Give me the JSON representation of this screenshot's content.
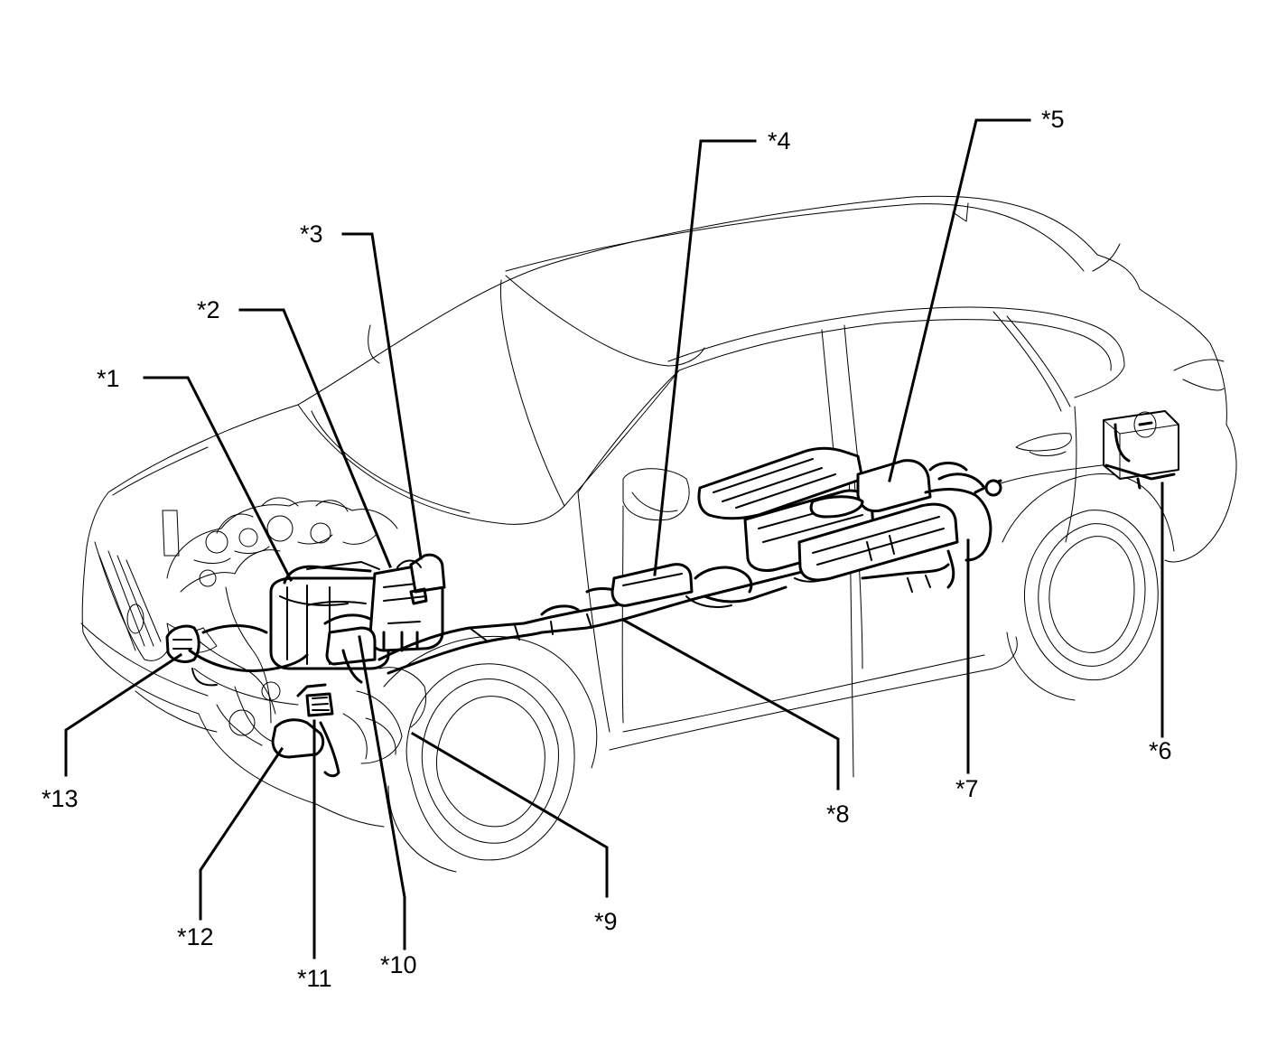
{
  "callouts": {
    "c1": "*1",
    "c2": "*2",
    "c3": "*3",
    "c4": "*4",
    "c5": "*5",
    "c6": "*6",
    "c7": "*7",
    "c8": "*8",
    "c9": "*9",
    "c10": "*10",
    "c11": "*11",
    "c12": "*12",
    "c13": "*13"
  }
}
